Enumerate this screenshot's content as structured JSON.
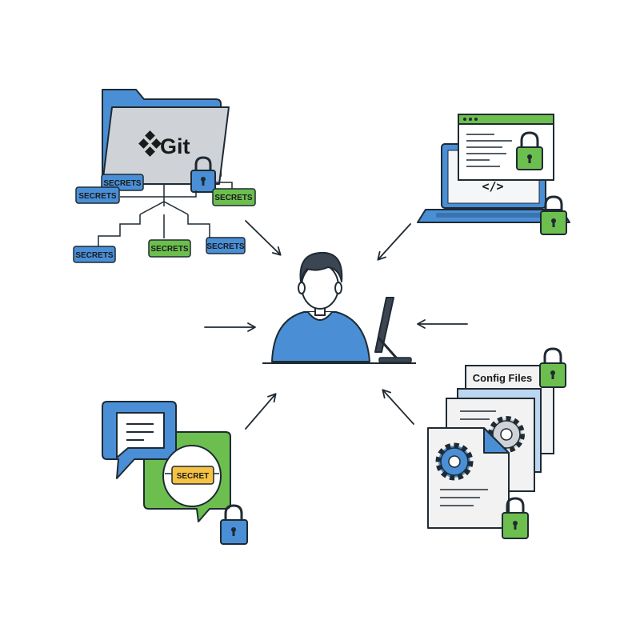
{
  "colors": {
    "blue": "#4a8fd6",
    "green": "#6cbf4e",
    "yellow": "#f5c242",
    "folder_gray": "#cfd3d8",
    "paper": "#f2f2f2",
    "outline": "#1f2a33"
  },
  "git_repo": {
    "logo_text": "Git",
    "logo_icon": "git-diamond-icon",
    "tags": [
      "SECRETS",
      "SECRETS",
      "SECRETS",
      "SECRETS",
      "SECRETS",
      "SECRETS"
    ]
  },
  "laptop": {
    "code_symbol": "</>",
    "icon": "laptop-icon"
  },
  "chat": {
    "secret_label": "SECRET",
    "icon": "chat-bubbles-icon"
  },
  "config": {
    "title": "Config Files",
    "icon": "gear-document-icon"
  },
  "center": {
    "icon": "developer-at-monitor-icon"
  }
}
